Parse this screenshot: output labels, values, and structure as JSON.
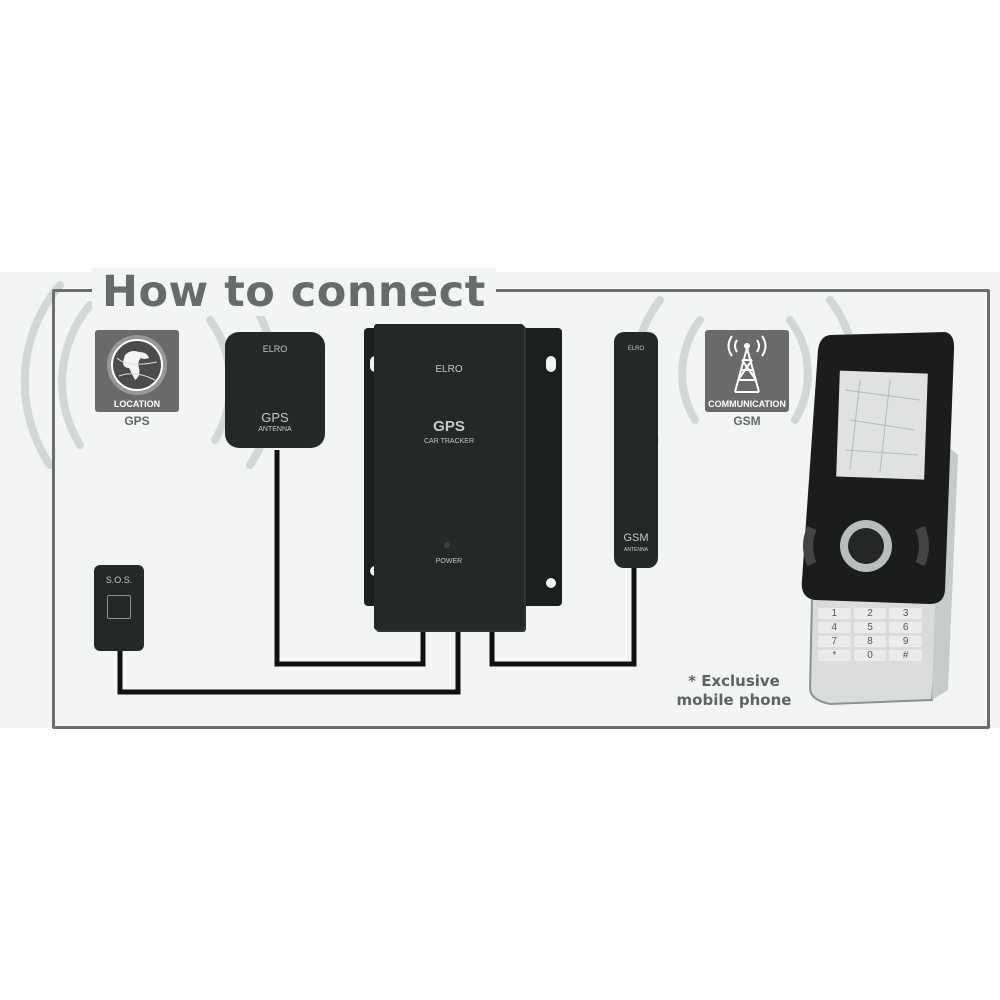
{
  "title": "How to connect",
  "badges": {
    "gps": {
      "caption": "LOCATION",
      "label": "GPS",
      "icon": "globe-icon"
    },
    "gsm": {
      "caption": "COMMUNICATION",
      "label": "GSM",
      "icon": "antenna-tower-icon"
    }
  },
  "devices": {
    "gps_antenna": {
      "brand": "ELRO",
      "line1": "GPS",
      "line2": "ANTENNA"
    },
    "tracker": {
      "brand": "ELRO",
      "line1": "GPS",
      "line2": "CAR TRACKER",
      "power_label": "POWER"
    },
    "gsm_antenna": {
      "brand": "ELRO",
      "line1": "GSM",
      "line2": "ANTENNA"
    },
    "sos_button": {
      "label": "S.O.S."
    },
    "phone": {
      "keypad": [
        "1",
        "2",
        "3",
        "4",
        "5",
        "6",
        "7",
        "8",
        "9",
        "*",
        "0",
        "#"
      ]
    }
  },
  "note": {
    "line1": "* Exclusive",
    "line2": "mobile phone"
  },
  "colors": {
    "frame": "#6b6e6d",
    "device": "#222927",
    "badge": "#686b6a",
    "cable": "#111111",
    "background": "#f3f5f4"
  }
}
